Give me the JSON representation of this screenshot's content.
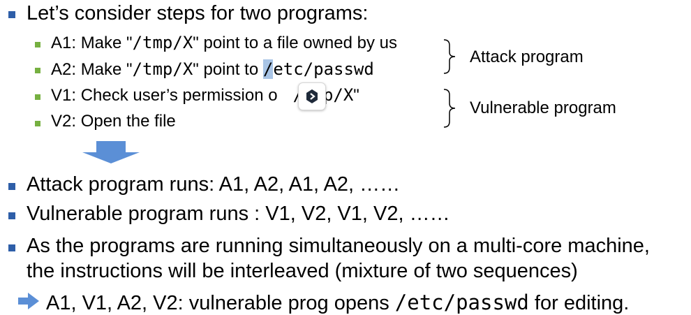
{
  "slide": {
    "main_point": "Let’s consider steps for two programs:",
    "steps": [
      {
        "prefix": "A1: Make \"",
        "code": "/tmp/X",
        "suffix": "\" point to a file owned by us"
      },
      {
        "prefix": "A2: Make \"",
        "code": "/tmp/X",
        "suffix": "\" point to ",
        "code2_sel": "/",
        "code2_rest": "etc/passwd"
      },
      {
        "prefix": "V1: Check user’s permission o",
        "code": "/tmp/X",
        "suffix": "\""
      },
      {
        "prefix": "V2: Open the file"
      }
    ],
    "brace_labels": {
      "attack": "Attack program",
      "vulnerable": "Vulnerable program"
    },
    "results": [
      "Attack program runs: A1, A2, A1, A2, ……",
      "Vulnerable program runs : V1, V2, V1, V2, ……",
      "As the programs are running simultaneously on a multi-core machine,",
      "the instructions will be interleaved (mixture of two sequences)"
    ],
    "conclusion": {
      "prefix": "A1, V1, A2, V2: vulnerable prog opens ",
      "code": "/etc/passwd",
      "suffix": " for editing."
    }
  },
  "icons": {
    "down_arrow": "down-arrow-icon",
    "right_arrow": "right-arrow-icon",
    "overlay_chip": "app-chip-icon"
  },
  "colors": {
    "bullet_level1": "#2e5ea8",
    "bullet_level2": "#76b041",
    "arrow": "#5b8fd6",
    "selection": "#a9c5e6"
  }
}
